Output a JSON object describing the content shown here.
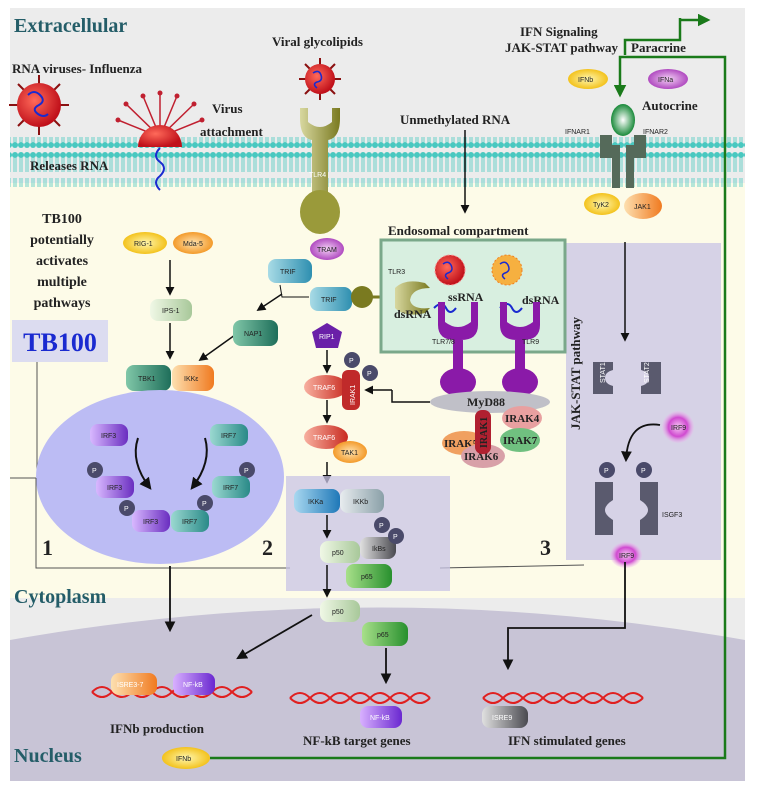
{
  "regions": {
    "extracellular": "Extracellular",
    "cytoplasm": "Cytoplasm",
    "nucleus": "Nucleus"
  },
  "labels": {
    "rna_viruses": "RNA viruses- Influenza",
    "viral_glycolipids": "Viral glycolipids",
    "virus_attachment_1": "Virus",
    "virus_attachment_2": "attachment",
    "releases_rna": "Releases RNA",
    "unmethylated_rna": "Unmethylated RNA",
    "ifn_signaling_1": "IFN Signaling",
    "ifn_signaling_2": "JAK-STAT pathway",
    "paracrine": "Paracrine",
    "autocrine": "Autocrine",
    "tb100_text": [
      "TB100",
      "potentially",
      "activates",
      "multiple",
      "pathways"
    ],
    "tb100_box": "TB100",
    "endosomal": "Endosomal compartment",
    "jak_stat_pathway": "JAK-STAT pathway",
    "isgf3": "ISGF3",
    "ifnb_production": "IFNb production",
    "nfkb_target": "NF-kB target genes",
    "ifn_stimulated": "IFN stimulated genes",
    "num1": "1",
    "num2": "2",
    "num3": "3"
  },
  "proteins": {
    "ifnb_top": "IFNb",
    "ifna": "IFNa",
    "ifnar1": "IFNAR1",
    "ifnar2": "IFNAR2",
    "tyk2": "TyK2",
    "jak1": "JAK1",
    "tlr4": "TLR4",
    "tram": "TRAM",
    "trif1": "TRIF",
    "trif2": "TRIF",
    "rig1": "RIG-1",
    "mda5": "Mda-5",
    "ips1": "IPS-1",
    "nap1": "NAP1",
    "tbk1": "TBK1",
    "ikke": "IKKε",
    "rip1": "RIP1",
    "traf6_1": "TRAF6",
    "traf6_2": "TRAF6",
    "irak1_a": "IRAK1",
    "tak1": "TAK1",
    "tlr3": "TLR3",
    "ssrna": "ssRNA",
    "dsrna_1": "dsRNA",
    "dsrna_2": "dsRNA",
    "tlr78": "TLR7/8",
    "tlr9": "TLR9",
    "myd88": "MyD88",
    "irak4": "IRAK4",
    "irak1_b": "IRAK1",
    "irak5": "IRAK5",
    "irak7": "IRAK7",
    "irak6": "IRAK6",
    "irf3_a": "IRF3",
    "irf7_a": "IRF7",
    "irf3_b": "IRF3",
    "irf7_b": "IRF7",
    "irf3_c": "IRF3",
    "irf7_c": "IRF7",
    "ikka": "IKKa",
    "ikkb": "IKKb",
    "p50_a": "p50",
    "ikbs": "IkBs",
    "p65_a": "p65",
    "p50_b": "p50",
    "p65_b": "p65",
    "stat1": "STAT1",
    "stat2": "STAT2",
    "irf9_a": "IRF9",
    "irf9_b": "IRF9",
    "isre37": "ISRE3-7",
    "nfkb_a": "NF-kB",
    "nfkb_b": "NF-kB",
    "isre9": "ISRE9",
    "ifnb_bottom": "IFNb",
    "p": "P"
  }
}
